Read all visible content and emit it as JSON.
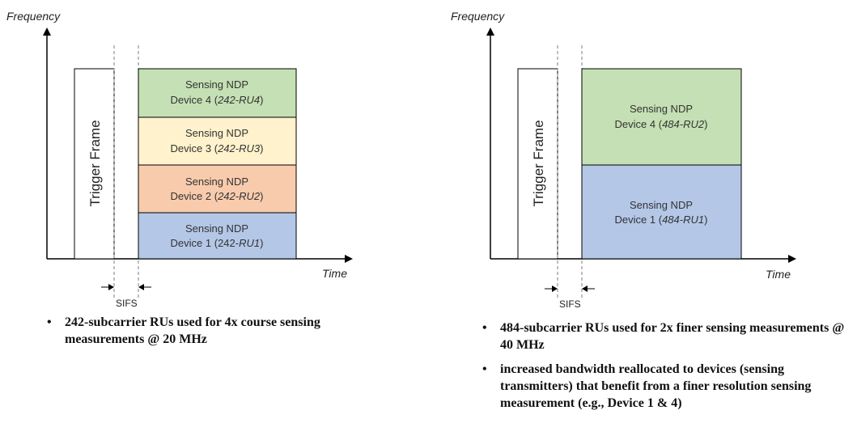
{
  "colors": {
    "green": "#c5e0b4",
    "yellow": "#fff2cc",
    "orange": "#f8cbad",
    "blue": "#b4c7e7",
    "line": "#000000",
    "dashed": "#7f7f7f"
  },
  "left": {
    "y_axis_label": "Frequency",
    "x_axis_label": "Time",
    "trigger_label": "Trigger Frame",
    "sifs_label": "SIFS",
    "boxes": [
      {
        "line1": "Sensing NDP",
        "line2_prefix": "Device 4 (",
        "line2_ru": "242-RU4",
        "line2_suffix": ")"
      },
      {
        "line1": "Sensing NDP",
        "line2_prefix": "Device 3 (",
        "line2_ru": "242-RU3",
        "line2_suffix": ")"
      },
      {
        "line1": "Sensing NDP",
        "line2_prefix": "Device 2 (",
        "line2_ru": "242-RU2",
        "line2_suffix": ")"
      },
      {
        "line1": "Sensing NDP",
        "line2_prefix": "Device 1 (242-",
        "line2_ru": "RU1",
        "line2_suffix": ")"
      }
    ],
    "bullets": [
      "242-subcarrier RUs used for 4x course sensing measurements @ 20 MHz"
    ]
  },
  "right": {
    "y_axis_label": "Frequency",
    "x_axis_label": "Time",
    "trigger_label": "Trigger Frame",
    "sifs_label": "SIFS",
    "boxes": [
      {
        "line1": "Sensing NDP",
        "line2_prefix": "Device 4 (",
        "line2_ru": "484-RU2",
        "line2_suffix": ")"
      },
      {
        "line1": "Sensing NDP",
        "line2_prefix": "Device 1 (",
        "line2_ru": "484-RU1",
        "line2_suffix": ")"
      }
    ],
    "bullets": [
      "484-subcarrier RUs used for 2x finer sensing measurements @ 40 MHz",
      "increased bandwidth reallocated to devices (sensing transmitters) that benefit from a finer resolution sensing measurement (e.g., Device 1 & 4)"
    ]
  }
}
